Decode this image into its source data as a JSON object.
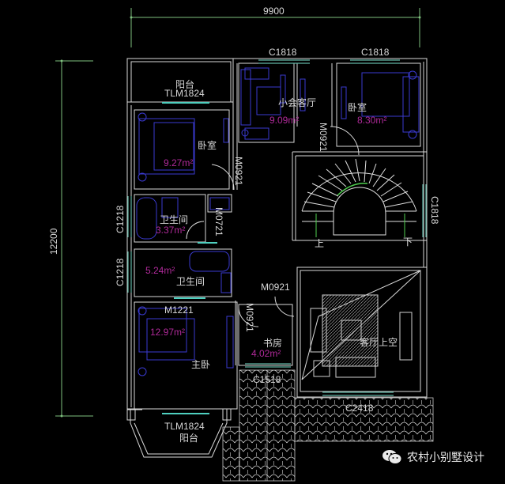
{
  "dimensions": {
    "width_total": "9900",
    "height_total": "12200"
  },
  "windows": {
    "top_left": "C1818",
    "top_right": "C1818",
    "stair_right": "C1818",
    "bath1_left": "C1218",
    "bath2_left": "C1218",
    "study_bottom": "C1518",
    "living_bottom": "C2418"
  },
  "doors": {
    "balcony_top": "TLM1824",
    "balcony_bottom": "TLM1824",
    "lounge_door": "M0921",
    "bedroom1_door": "M0921",
    "bath1_door": "M0721",
    "master_door": "M1221",
    "study_top_door": "M0921",
    "study_side_door": "M0921"
  },
  "rooms": {
    "balcony_top": {
      "name": "阳台"
    },
    "bedroom_nw": {
      "name": "卧室",
      "area": "9.27m²"
    },
    "lounge": {
      "name": "小会客厅",
      "area": "9.09m²"
    },
    "bedroom_ne": {
      "name": "卧室",
      "area": "8.30m²"
    },
    "bath1": {
      "name": "卫生间",
      "area": "3.37m²"
    },
    "bath2": {
      "name": "卫生间",
      "area": "5.24m²"
    },
    "master": {
      "name": "主卧",
      "area": "12.97m²"
    },
    "study": {
      "name": "书房",
      "area": "4.02m²"
    },
    "living_void": {
      "name": "客厅上空"
    },
    "balcony_bottom": {
      "name": "阳台"
    }
  },
  "stairs": {
    "up_label": "上",
    "down_label": "下"
  },
  "watermark": {
    "icon": "wechat-icon",
    "text": "农村小别墅设计"
  },
  "colors": {
    "wall": "#d9d9d9",
    "dimension": "#7ec07e",
    "window": "#5fb3a3",
    "furniture": "#3a3ad0",
    "area_text": "#b02a9a",
    "stair_arrow": "#4fd04f"
  }
}
